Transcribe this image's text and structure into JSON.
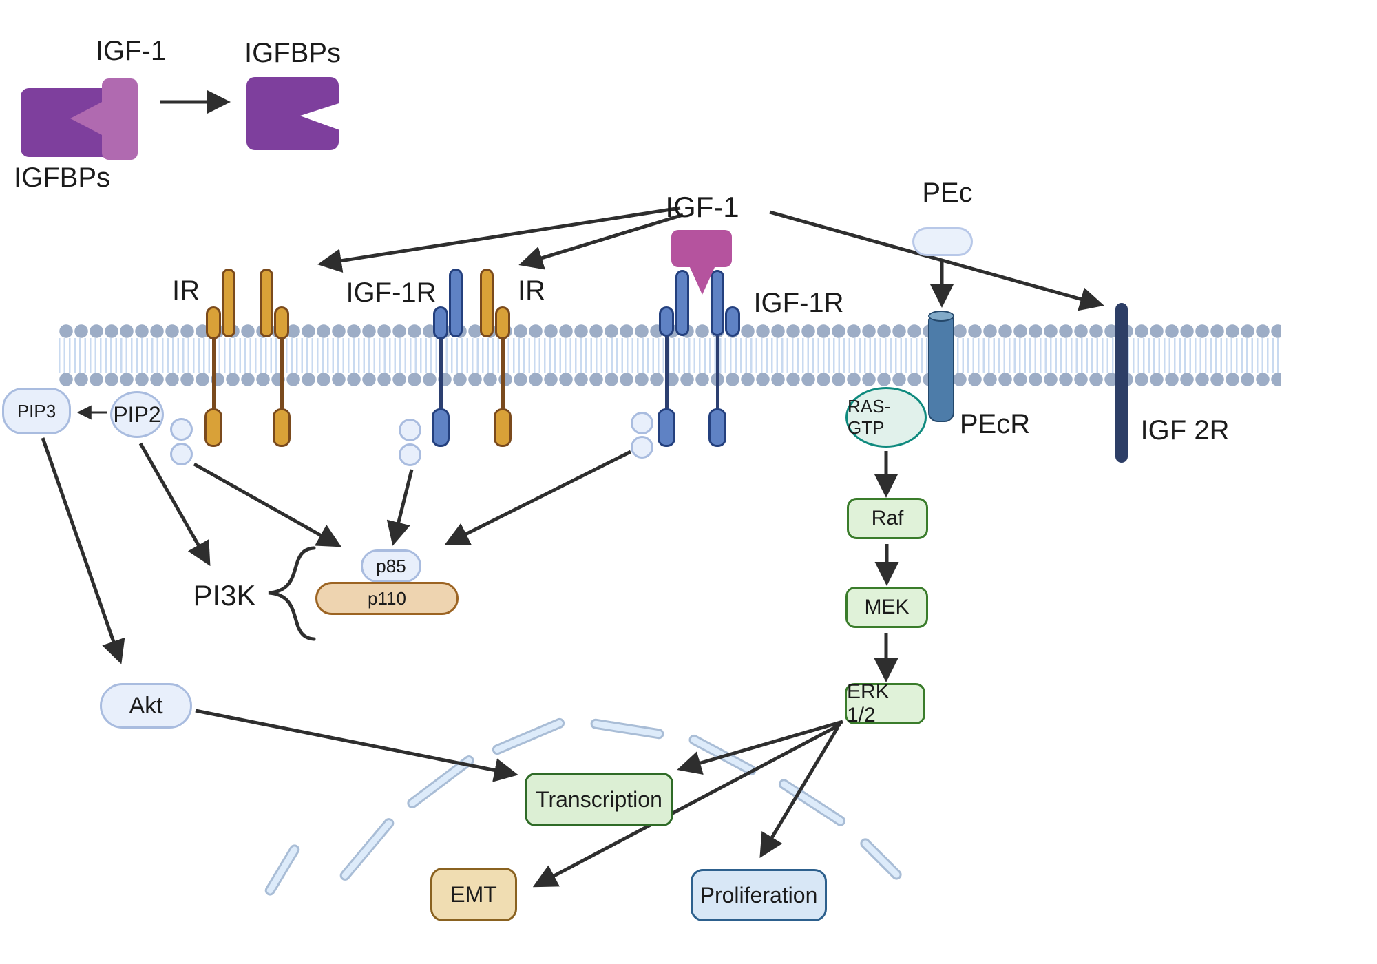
{
  "top_reaction": {
    "bound_igfbp_label": "IGFBPs",
    "igf1_label": "IGF-1",
    "free_igfbp_label": "IGFBPs"
  },
  "membrane_ligands": {
    "igf1": "IGF-1",
    "pec": "PEc"
  },
  "receptors": {
    "ir": "IR",
    "hybrid_igf1r": "IGF-1R",
    "hybrid_ir": "IR",
    "igf1r": "IGF-1R",
    "pecr": "PEcR",
    "igf2r": "IGF 2R"
  },
  "pi3k_axis": {
    "pip3": "PIP3",
    "pip2": "PIP2",
    "pi3k": "PI3K",
    "p85": "p85",
    "p110": "p110",
    "akt": "Akt"
  },
  "mapk_axis": {
    "ras_gtp": "RAS-GTP",
    "raf": "Raf",
    "mek": "MEK",
    "erk": "ERK 1/2"
  },
  "outcomes": {
    "transcription": "Transcription",
    "emt": "EMT",
    "proliferation": "Proliferation"
  },
  "colors": {
    "igfbp_purple": "#7e3f9d",
    "igf1_mauve": "#b06ab0",
    "igf1_ligand_magenta": "#b5539e",
    "receptor_gold": "#d9a138",
    "receptor_gold_stroke": "#7a4a1d",
    "receptor_blue": "#5f82c4",
    "receptor_blue_stroke": "#24407e",
    "membrane_head": "#9dadc6",
    "membrane_tail": "#c9daf0",
    "molecule_blue_fill": "#e8effb",
    "molecule_blue_stroke": "#a9bcdf",
    "green_fill": "#e0f2d9",
    "green_stroke": "#3a7c2b",
    "ras_teal_stroke": "#0f8a7e",
    "p110_tan_fill": "#eed4b0",
    "p110_tan_stroke": "#9c6423",
    "pecr_steel_blue": "#4d7ca9",
    "igf2r_navy": "#2d3e66",
    "emt_fill": "#f0ddb2",
    "emt_stroke": "#8a6220",
    "proliferation_fill": "#d8e7f6",
    "proliferation_stroke": "#2d608d",
    "nucleus_segment": "#ddebfa",
    "arrow": "#2e2e2e"
  }
}
